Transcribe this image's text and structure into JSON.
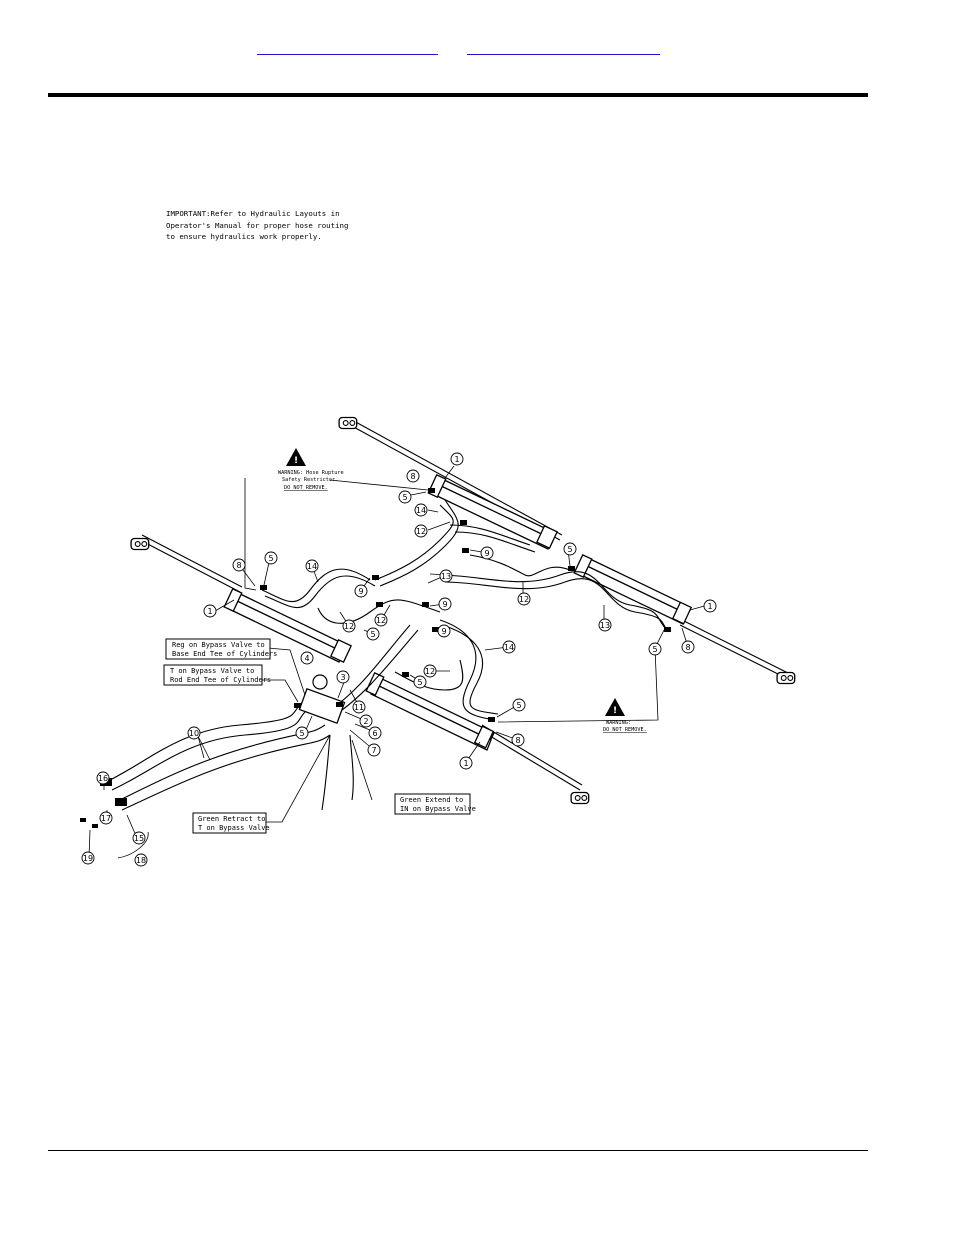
{
  "header": {
    "link_a": "",
    "link_b": ""
  },
  "note": {
    "lines": [
      "IMPORTANT:Refer to Hydraulic Layouts in",
      "Operator's Manual for proper hose routing",
      "to ensure hydraulics work properly."
    ]
  },
  "warnings": {
    "top": [
      "WARNING: Hose Rupture",
      "Safety Restrictor.",
      "DO NOT REMOVE."
    ],
    "right": [
      "WARNING:",
      "DO NOT REMOVE."
    ]
  },
  "callouts": {
    "reg_bypass": [
      "Reg on Bypass Valve to",
      "Base End Tee of Cylinders"
    ],
    "t_bypass": [
      "T on Bypass Valve to",
      "Rod End Tee of Cylinders"
    ],
    "green_retract": [
      "Green Retract to",
      "T on Bypass Valve"
    ],
    "green_extend": [
      "Green Extend to",
      "IN on Bypass Valve"
    ]
  },
  "balloons": {
    "n1": "1",
    "n2": "2",
    "n3": "3",
    "n4": "4",
    "n5": "5",
    "n6": "6",
    "n7": "7",
    "n8": "8",
    "n9": "9",
    "n10": "10",
    "n11": "11",
    "n12": "12",
    "n13": "13",
    "n14": "14",
    "n15": "15",
    "n16": "16",
    "n17": "17",
    "n18": "18",
    "n19": "19"
  }
}
